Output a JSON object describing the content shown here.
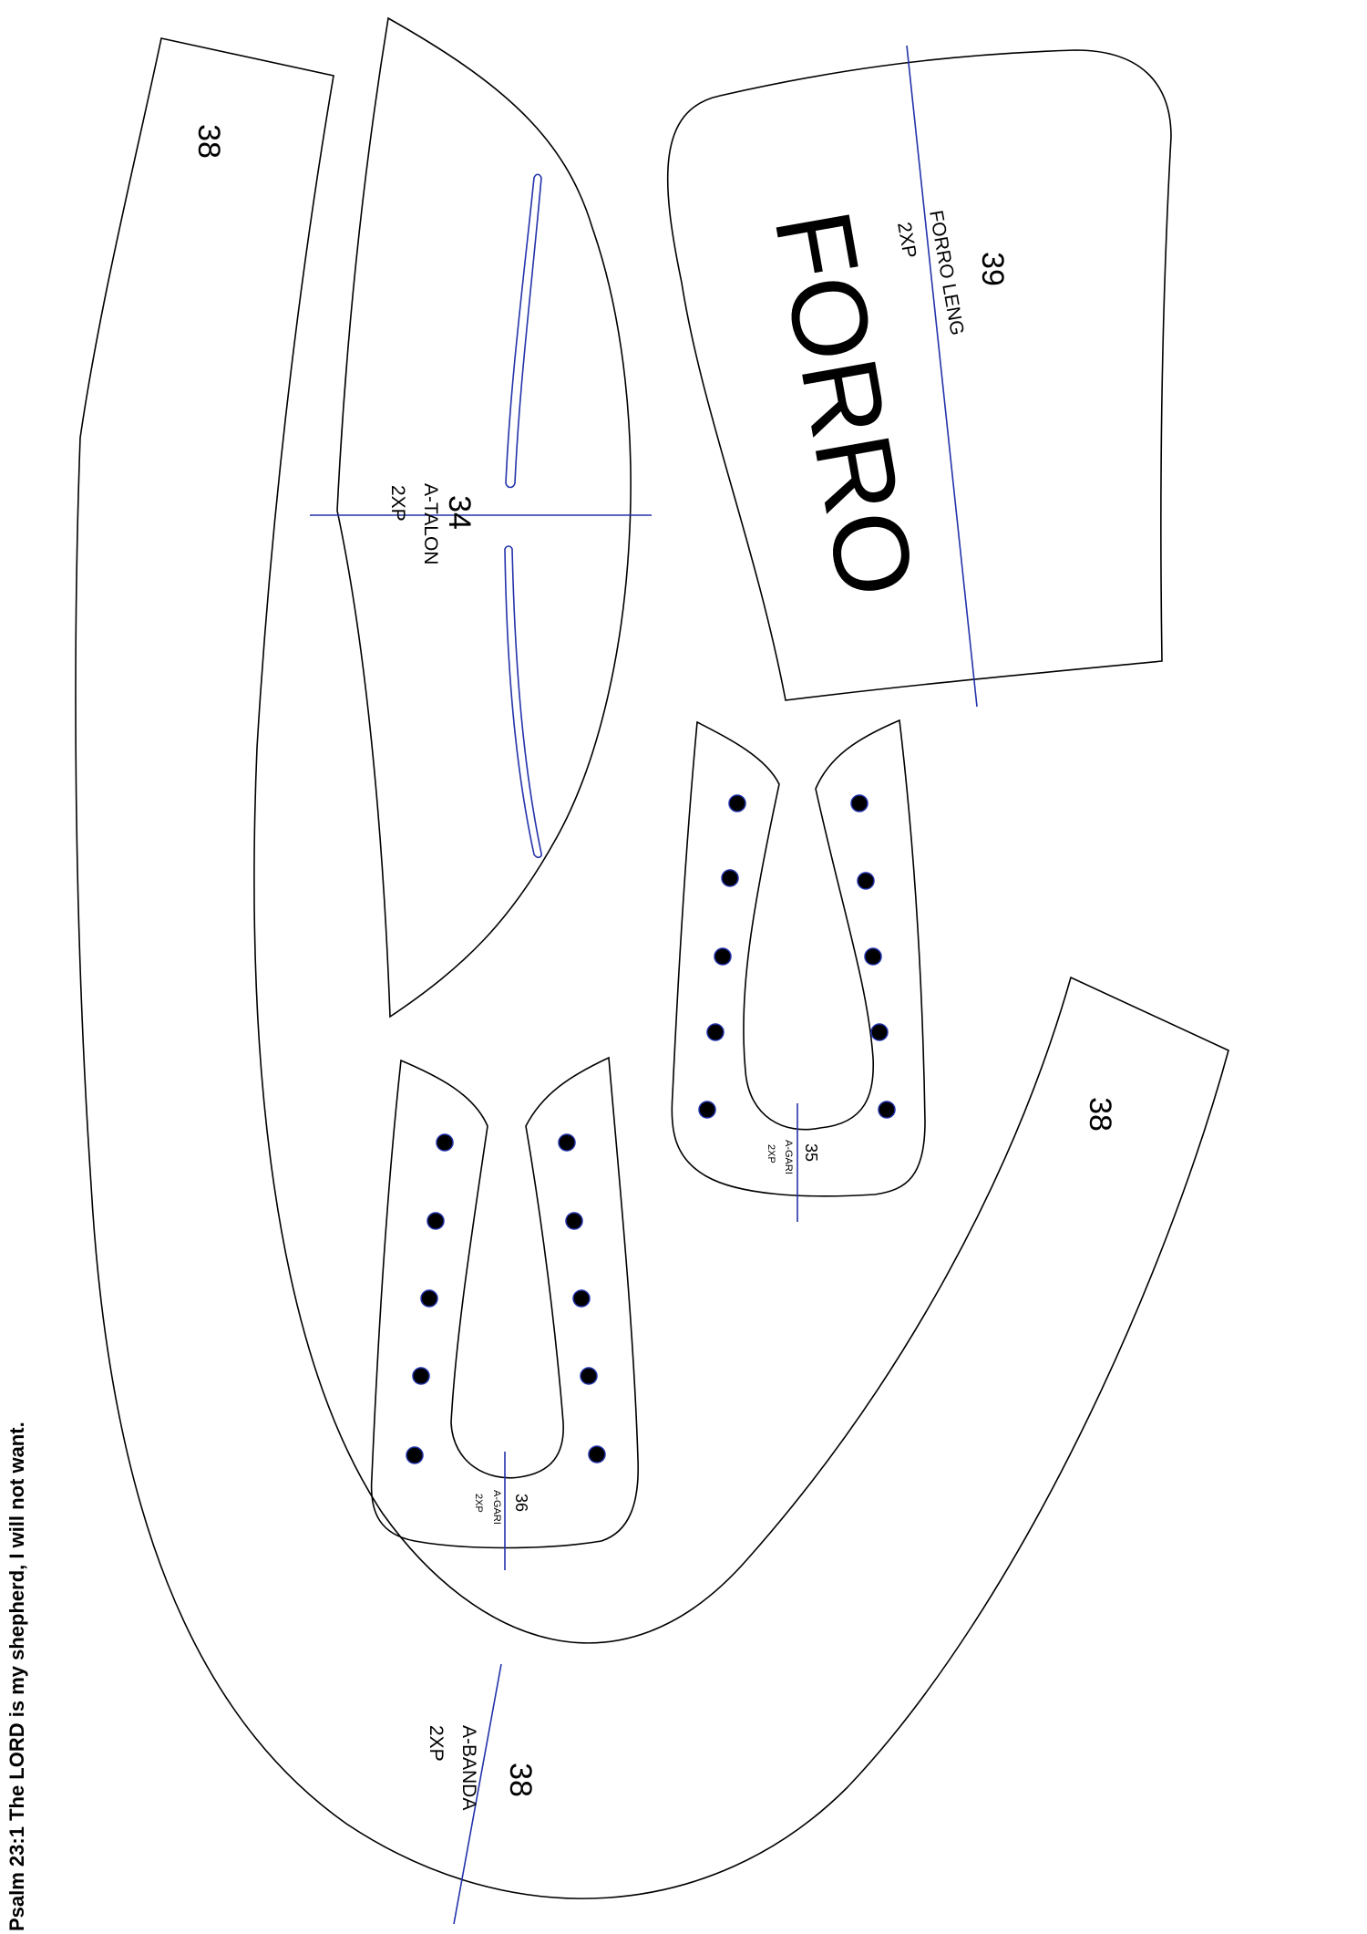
{
  "footer": {
    "verse": "Psalm 23:1 The LORD is my shepherd, I will not want."
  },
  "pieces": {
    "p38": {
      "number_top": "38",
      "number_right": "38",
      "number_bottom": "38",
      "name": "A-BANDA",
      "qty": "2XP"
    },
    "p34": {
      "number": "34",
      "name": "A-TALON",
      "qty": "2XP"
    },
    "p39": {
      "number": "39",
      "name": "FORRO LENG",
      "qty": "2XP",
      "big_label": "FORRO"
    },
    "p35": {
      "number": "35",
      "name": "A-GARI",
      "qty": "2XP"
    },
    "p36": {
      "number": "36",
      "name": "A-GARI",
      "qty": "2XP"
    }
  },
  "colors": {
    "outline": "#000000",
    "markings": "#2233aa",
    "background": "#ffffff"
  }
}
